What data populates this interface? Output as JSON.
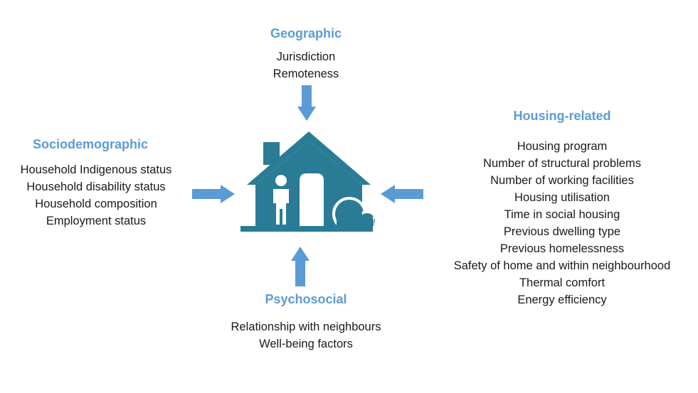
{
  "geographic": {
    "title": "Geographic",
    "items": [
      "Jurisdiction",
      "Remoteness"
    ]
  },
  "sociodemographic": {
    "title": "Sociodemographic",
    "items": [
      "Household Indigenous status",
      "Household disability status",
      "Household composition",
      "Employment status"
    ]
  },
  "housing_related": {
    "title": "Housing-related",
    "items": [
      "Housing program",
      "Number of structural problems",
      "Number of working facilities",
      "Housing utilisation",
      "Time in social housing",
      "Previous dwelling type",
      "Previous homelessness",
      "Safety of home and within neighbourhood",
      "Thermal comfort",
      "Energy efficiency"
    ]
  },
  "psychosocial": {
    "title": "Psychosocial",
    "items": [
      "Relationship with neighbours",
      "Well-being factors"
    ]
  },
  "colors": {
    "heading": "#5b9bd5",
    "arrow": "#5b9bd5",
    "house": "#2a7c96",
    "text": "#1a1a1a"
  },
  "icons": {
    "center": "house-with-person-icon",
    "arrows": "arrow-icon"
  }
}
